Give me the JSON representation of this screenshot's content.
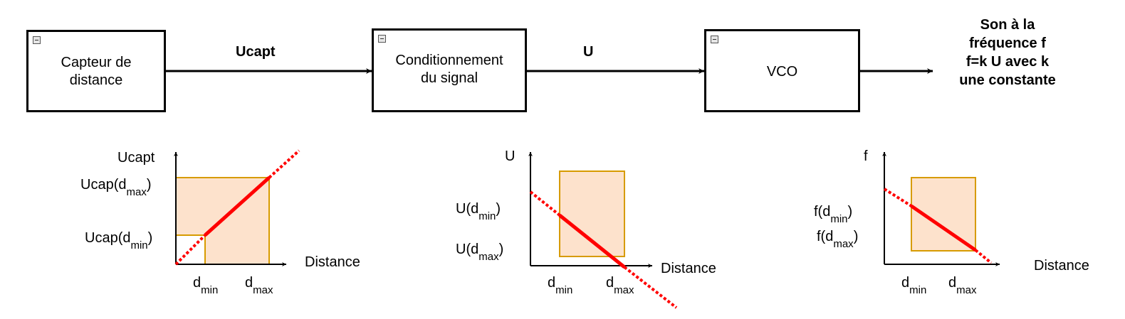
{
  "blocks": {
    "capteur": {
      "line1": "Capteur de",
      "line2": "distance"
    },
    "conditionnement": {
      "line1": "Conditionnement",
      "line2": "du signal"
    },
    "vco": {
      "label": "VCO"
    }
  },
  "signals": {
    "ucapt": "Ucapt",
    "u": "U"
  },
  "output": {
    "line1": "Son à la",
    "line2": "fréquence f",
    "line3": "f=k U avec k",
    "line4": "une constante"
  },
  "graph1": {
    "y_axis": "Ucapt",
    "x_axis": "Distance",
    "y_high": {
      "base": "Ucap(d",
      "sub": "max",
      "close": ")"
    },
    "y_low": {
      "base": "Ucap(d",
      "sub": "min",
      "close": ")"
    },
    "x_min": {
      "base": "d",
      "sub": "min"
    },
    "x_max": {
      "base": "d",
      "sub": "max"
    }
  },
  "graph2": {
    "y_axis": "U",
    "x_axis": "Distance",
    "y_high": {
      "base": "U(d",
      "sub": "min",
      "close": ")"
    },
    "y_low": {
      "base": "U(d",
      "sub": "max",
      "close": ")"
    },
    "x_min": {
      "base": "d",
      "sub": "min"
    },
    "x_max": {
      "base": "d",
      "sub": "max"
    }
  },
  "graph3": {
    "y_axis": "f",
    "x_axis": "Distance",
    "y_high": {
      "base": "f(d",
      "sub": "min",
      "close": ")"
    },
    "y_low": {
      "base": "f(d",
      "sub": "max",
      "close": ")"
    },
    "x_min": {
      "base": "d",
      "sub": "min"
    },
    "x_max": {
      "base": "d",
      "sub": "max"
    }
  },
  "colors": {
    "line_red": "#ff0000",
    "zone_fill": "#fde2cc",
    "zone_stroke": "#d79b00"
  }
}
